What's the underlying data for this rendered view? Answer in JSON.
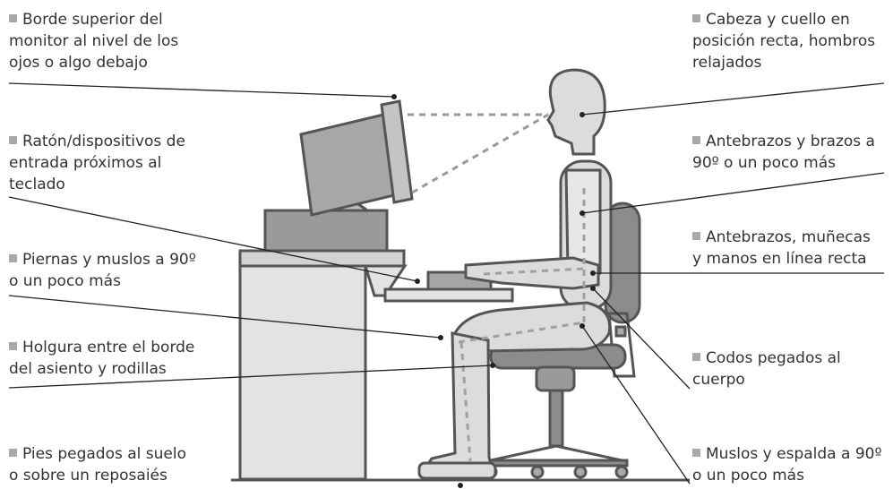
{
  "labels": {
    "monitor": [
      "Borde superior del",
      "monitor al nivel de los",
      "ojos o algo debajo"
    ],
    "mouse": [
      "Ratón/dispositivos de",
      "entrada próximos al",
      "teclado"
    ],
    "legs": [
      "Piernas y muslos a 90º",
      "o un poco más"
    ],
    "clearance": [
      "Holgura entre el borde",
      "del asiento y rodillas"
    ],
    "feet": [
      "Pies pegados al suelo",
      "o sobre un reposaiés"
    ],
    "head": [
      "Cabeza y cuello en",
      "posición recta, hombros",
      "relajados"
    ],
    "forearms_arms": [
      "Antebrazos y brazos a",
      "90º o un poco más"
    ],
    "forearms_wrists": [
      "Antebrazos, muñecas",
      "y manos en línea recta"
    ],
    "elbows": [
      "Codos pegados al",
      "cuerpo"
    ],
    "thighs_back": [
      "Muslos y espalda a 90º",
      "o un poco más"
    ]
  },
  "colors": {
    "bullet": "#a9a9a9",
    "figure_fill": "#dcdcdc",
    "outline": "#555555",
    "chair_fill": "#8c8c8c",
    "desk_fill": "#e3e3e3"
  },
  "icons": [
    "square-bullet-icon"
  ]
}
